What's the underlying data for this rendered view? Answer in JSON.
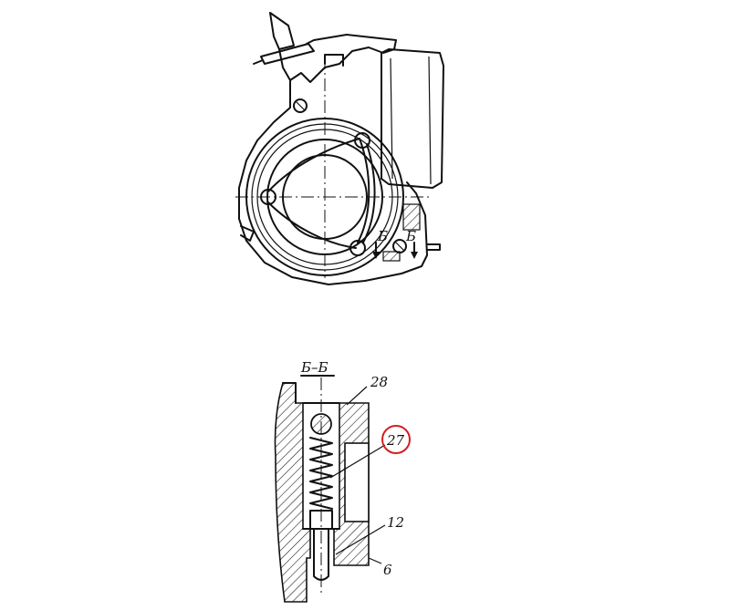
{
  "section": {
    "title": "Б–Б"
  },
  "top_view": {
    "marker_left": "Б",
    "marker_right": "Б"
  },
  "callouts": [
    {
      "id": "28",
      "label": "28",
      "highlighted": false
    },
    {
      "id": "27",
      "label": "27",
      "highlighted": true
    },
    {
      "id": "12",
      "label": "12",
      "highlighted": false
    },
    {
      "id": "6",
      "label": "6",
      "highlighted": false
    }
  ],
  "colors": {
    "ink": "#111111",
    "highlight": "#d42020",
    "paper": "#ffffff"
  }
}
